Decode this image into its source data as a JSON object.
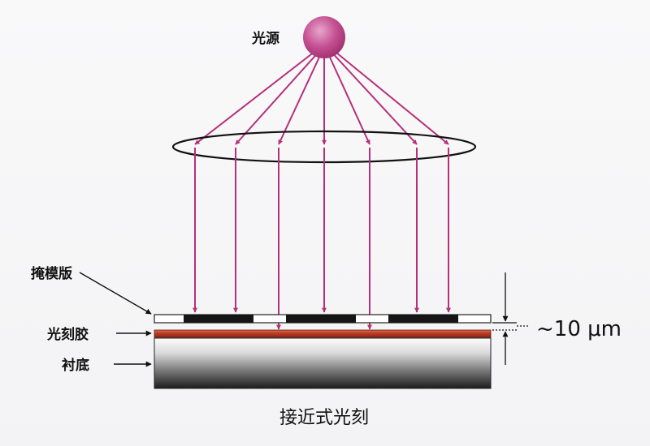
{
  "labels": {
    "light_source": "光源",
    "mask": "掩模版",
    "photoresist": "光刻胶",
    "substrate": "衬底",
    "gap": "~10 μm",
    "caption": "接近式光刻"
  },
  "colors": {
    "ray": "#b5307a",
    "source_light": "#d77fb1",
    "source_dark": "#a0336f",
    "mask_opaque": "#151515",
    "mask_glass": "#ffffff",
    "photoresist": "#c3402a",
    "outline": "#222222"
  }
}
